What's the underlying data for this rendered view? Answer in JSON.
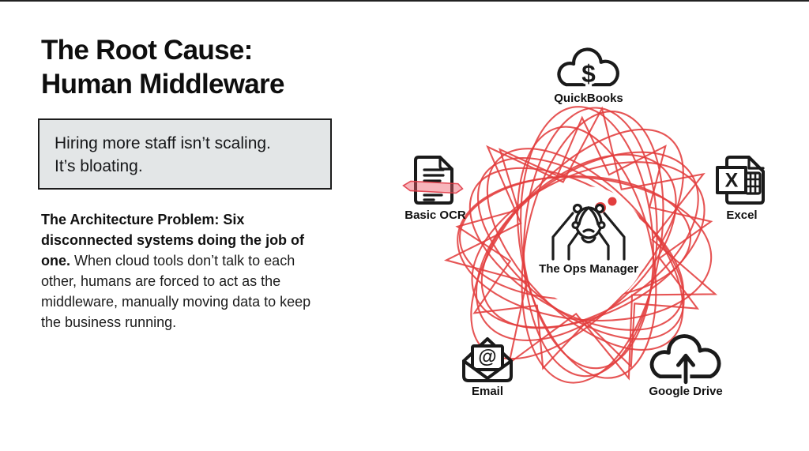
{
  "colors": {
    "accent_red": "#e23e3e",
    "scan_band_fill": "rgba(238,92,104,0.45)",
    "scan_band_edge": "rgba(224,58,70,0.9)",
    "ink": "#161616",
    "callout_bg": "#e3e6e7",
    "callout_border": "#1c1c1c"
  },
  "slide": {
    "title_line1": "The Root Cause:",
    "title_line2": "Human Middleware",
    "callout_line1": "Hiring more staff isn’t scaling.",
    "callout_line2": "It’s bloating.",
    "body_lead_bold": "The Architecture Problem: Six disconnected systems doing the job of one.",
    "body_rest": "When cloud tools don’t talk to each other, humans are forced to act as the middleware, manually moving data to keep the business running."
  },
  "diagram": {
    "center": {
      "label": "The Ops Manager",
      "icon": "stressed-person-icon"
    },
    "nodes": [
      {
        "label": "QuickBooks",
        "icon": "cloud-dollar-icon",
        "glyph": "$"
      },
      {
        "label": "Basic OCR",
        "icon": "document-scan-icon",
        "glyph": ""
      },
      {
        "label": "Excel",
        "icon": "spreadsheet-icon",
        "glyph": "X"
      },
      {
        "label": "Email",
        "icon": "envelope-at-icon",
        "glyph": "@"
      },
      {
        "label": "Google Drive",
        "icon": "cloud-upload-icon",
        "glyph": ""
      }
    ]
  }
}
